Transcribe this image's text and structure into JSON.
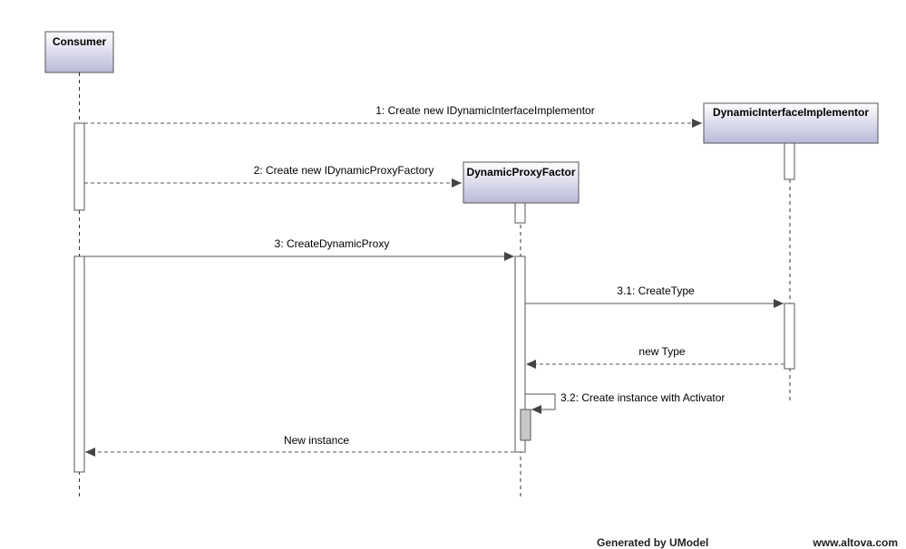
{
  "lifelines": [
    {
      "id": "consumer",
      "label": "Consumer"
    },
    {
      "id": "dii",
      "label": "DynamicInterfaceImplementor"
    },
    {
      "id": "dpf",
      "label": "DynamicProxyFactor"
    }
  ],
  "messages": [
    {
      "id": "m1",
      "label": "1: Create new IDynamicInterfaceImplementor",
      "kind": "create"
    },
    {
      "id": "m2",
      "label": "2: Create new IDynamicProxyFactory",
      "kind": "create"
    },
    {
      "id": "m3",
      "label": "3: CreateDynamicProxy",
      "kind": "call"
    },
    {
      "id": "m31",
      "label": "3.1: CreateType",
      "kind": "call"
    },
    {
      "id": "mr1",
      "label": "new Type",
      "kind": "return"
    },
    {
      "id": "m32",
      "label": "3.2: Create instance with Activator",
      "kind": "self-call"
    },
    {
      "id": "mr2",
      "label": "New instance",
      "kind": "return"
    }
  ],
  "footer": {
    "generated": "Generated by UModel",
    "site": "www.altova.com"
  },
  "colors": {
    "header_top": "#ffffff",
    "header_bottom": "#b9b9d9",
    "line": "#555555",
    "activation_filled": "#c8c8c8"
  }
}
